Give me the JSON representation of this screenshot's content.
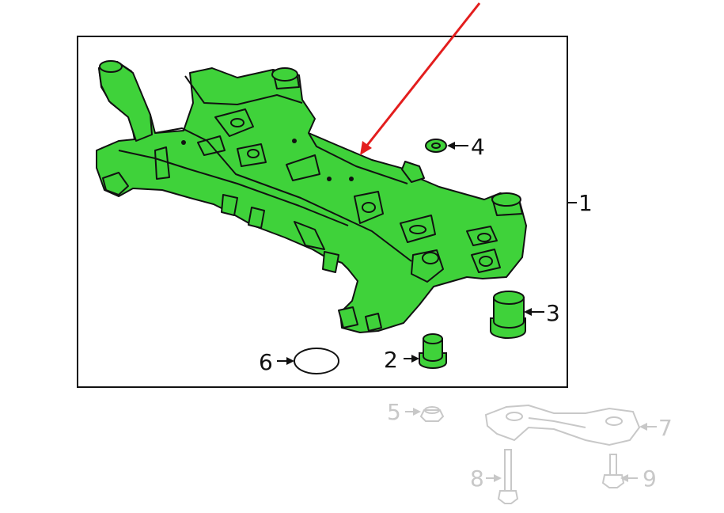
{
  "diagram": {
    "part_fill": "#3fd23a",
    "outline": "#111111",
    "faded_outline": "#c8c8c8",
    "arrow_color": "#e31d1d",
    "callouts": {
      "c1": "1",
      "c2": "2",
      "c3": "3",
      "c4": "4",
      "c5": "5",
      "c6": "6",
      "c7": "7",
      "c8": "8",
      "c9": "9"
    }
  }
}
